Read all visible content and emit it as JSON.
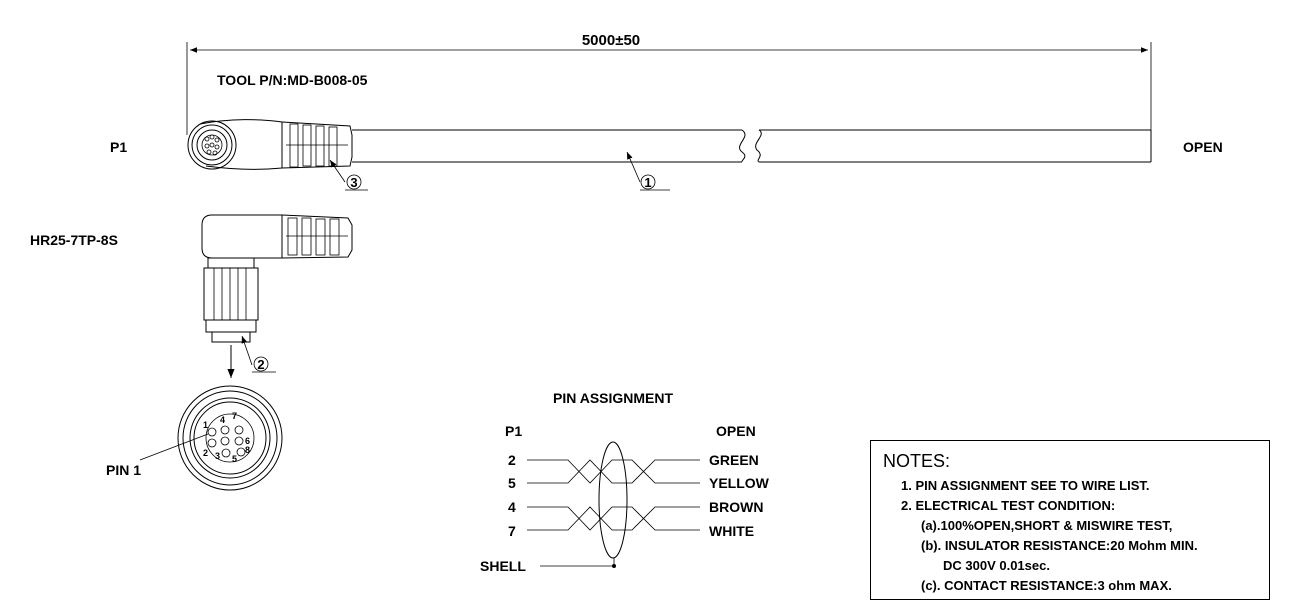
{
  "dimension": {
    "length": "5000±50"
  },
  "tool_pn": "TOOL P/N:MD-B008-05",
  "ends": {
    "p1": "P1",
    "open": "OPEN"
  },
  "connector": {
    "part": "HR25-7TP-8S",
    "pin1_label": "PIN 1",
    "pin_numbers": [
      "1",
      "2",
      "3",
      "4",
      "5",
      "6",
      "7",
      "8"
    ]
  },
  "balloons": {
    "cable": "1",
    "plug": "2",
    "boot": "3"
  },
  "pin_assignment": {
    "title": "PIN ASSIGNMENT",
    "col_p1": "P1",
    "col_open": "OPEN",
    "rows": [
      {
        "pin": "2",
        "wire": "GREEN"
      },
      {
        "pin": "5",
        "wire": "YELLOW"
      },
      {
        "pin": "4",
        "wire": "BROWN"
      },
      {
        "pin": "7",
        "wire": "WHITE"
      }
    ],
    "shell": "SHELL"
  },
  "notes": {
    "title": "NOTES:",
    "lines": [
      "1. PIN ASSIGNMENT SEE TO WIRE LIST.",
      "2. ELECTRICAL TEST CONDITION:",
      "(a).100%OPEN,SHORT & MISWIRE TEST,",
      "(b). INSULATOR RESISTANCE:20 Mohm MIN.",
      "DC 300V 0.01sec.",
      "(c). CONTACT RESISTANCE:3 ohm MAX."
    ]
  }
}
